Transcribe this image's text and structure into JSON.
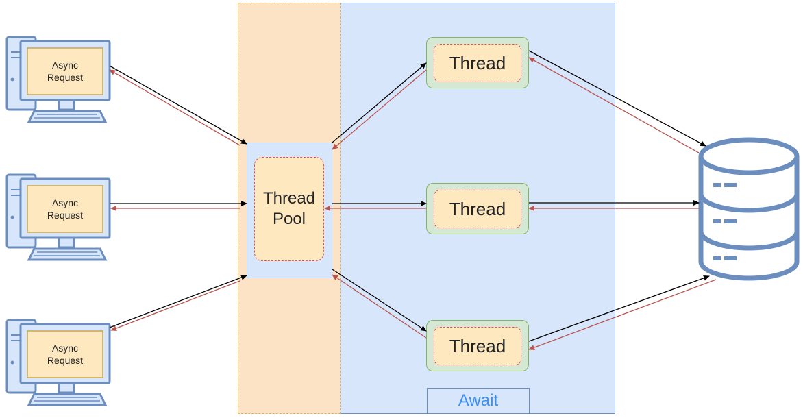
{
  "diagram": {
    "clients": [
      {
        "label": "Async\nRequest"
      },
      {
        "label": "Async\nRequest"
      },
      {
        "label": "Async\nRequest"
      }
    ],
    "thread_pool": {
      "label": "Thread\nPool"
    },
    "threads": [
      {
        "label": "Thread"
      },
      {
        "label": "Thread"
      },
      {
        "label": "Thread"
      }
    ],
    "await_label": "Await",
    "database": {
      "icon": "database-icon"
    },
    "colors": {
      "request_arrow": "#000000",
      "response_arrow": "#b85450",
      "pool_zone": "#fde3c6",
      "await_zone": "#d7e6fb",
      "thread_fill": "#d5e8d4",
      "label_fill": "#fde8c0",
      "icon_stroke": "#6c8ebf",
      "await_text": "#3d8ef0"
    }
  }
}
